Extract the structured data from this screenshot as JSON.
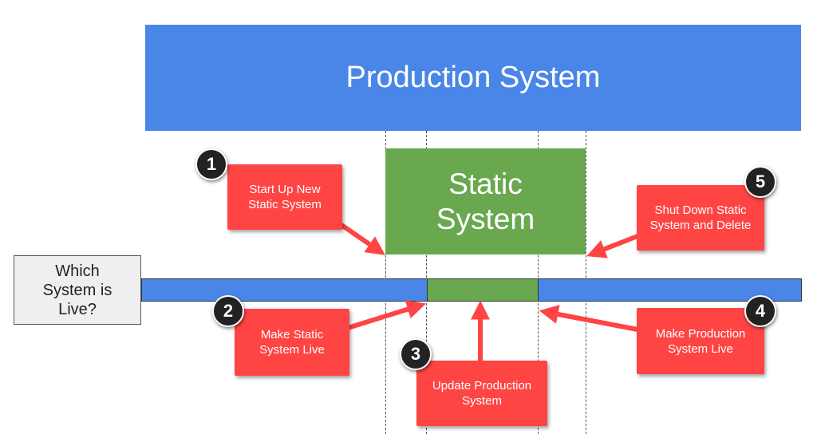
{
  "production_banner": {
    "label": "Production System"
  },
  "static_box": {
    "label": "Static System"
  },
  "which_box": {
    "label": "Which System is Live?"
  },
  "colors": {
    "production_blue": "#4a86e8",
    "static_green": "#6aa84f",
    "callout_red": "#ff4444",
    "badge_dark": "#222222"
  },
  "steps": [
    {
      "number": "1",
      "label": "Start Up New Static System"
    },
    {
      "number": "2",
      "label": "Make Static System Live"
    },
    {
      "number": "3",
      "label": "Update Production System"
    },
    {
      "number": "4",
      "label": "Make Production System Live"
    },
    {
      "number": "5",
      "label": "Shut Down Static System and Delete"
    }
  ],
  "live_timeline": [
    {
      "system": "Production System",
      "color": "#4a86e8"
    },
    {
      "system": "Static System",
      "color": "#6aa84f"
    },
    {
      "system": "Production System",
      "color": "#4a86e8"
    }
  ]
}
